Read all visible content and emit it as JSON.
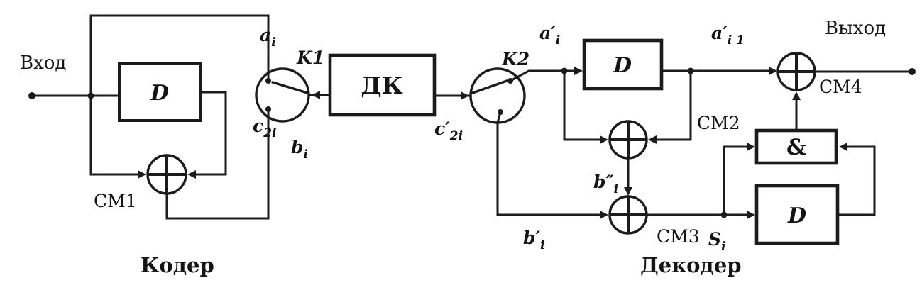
{
  "diagram": {
    "io": {
      "input": "Вход",
      "output": "Выход"
    },
    "sections": {
      "coder": "Кодер",
      "decoder": "Декодер"
    },
    "blocks": {
      "coder_delay": "D",
      "channel": "ДК",
      "decoder_delay": "D",
      "syndrome_delay": "D",
      "and_gate": "&"
    },
    "switches": {
      "k1": "K1",
      "k2": "K2"
    },
    "adders": {
      "cm1": "СМ1",
      "cm2": "СМ2",
      "cm3": "СМ3",
      "cm4": "СМ4"
    },
    "signals": {
      "a_i": {
        "base": "a",
        "sub": "i"
      },
      "b_i": {
        "base": "b",
        "sub": "i"
      },
      "c_2i": {
        "base": "c",
        "sub": "2i"
      },
      "c_2i_prime": {
        "base": "c′",
        "sub": "2i"
      },
      "a_i_prime": {
        "base": "a′",
        "sub": "i"
      },
      "a_i1_prime": {
        "base": "a′",
        "sub": "i 1"
      },
      "b_i_prime": {
        "base": "b′",
        "sub": "i"
      },
      "b_i_dblprime": {
        "base": "b″",
        "sub": "i"
      },
      "s_i": {
        "base": "S",
        "sub": "i"
      }
    },
    "colors": {
      "ink": "#1b1b1b",
      "background": "#ffffff"
    }
  }
}
